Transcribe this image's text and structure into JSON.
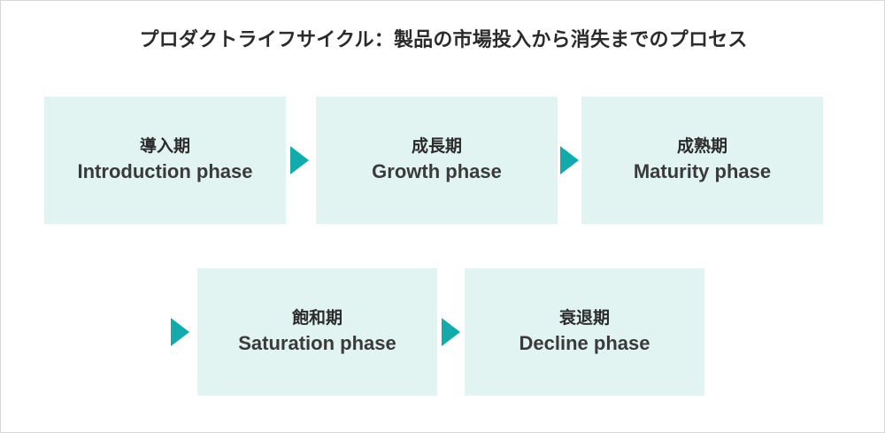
{
  "diagram": {
    "title": "プロダクトライフサイクル：製品の市場投入から消失までのプロセス",
    "colors": {
      "box_fill": "#e2f4f2",
      "arrow": "#12aaaa",
      "text": "#2b2b2b",
      "background": "#ffffff",
      "frame_border": "#d8d8d8"
    },
    "rows": [
      {
        "row_name": "top-row",
        "phases": [
          {
            "jp": "導入期",
            "en": "Introduction phase",
            "name": "introduction"
          },
          {
            "jp": "成長期",
            "en": "Growth phase",
            "name": "growth"
          },
          {
            "jp": "成熟期",
            "en": "Maturity phase",
            "name": "maturity"
          }
        ]
      },
      {
        "row_name": "bottom-row",
        "phases": [
          {
            "jp": "飽和期",
            "en": "Saturation phase",
            "name": "saturation"
          },
          {
            "jp": "衰退期",
            "en": "Decline phase",
            "name": "decline"
          }
        ]
      }
    ],
    "arrows": [
      {
        "name": "arrow-introduction-to-growth",
        "direction": "right"
      },
      {
        "name": "arrow-growth-to-maturity",
        "direction": "right"
      },
      {
        "name": "arrow-maturity-to-saturation",
        "direction": "right"
      },
      {
        "name": "arrow-saturation-to-decline",
        "direction": "right"
      }
    ]
  }
}
